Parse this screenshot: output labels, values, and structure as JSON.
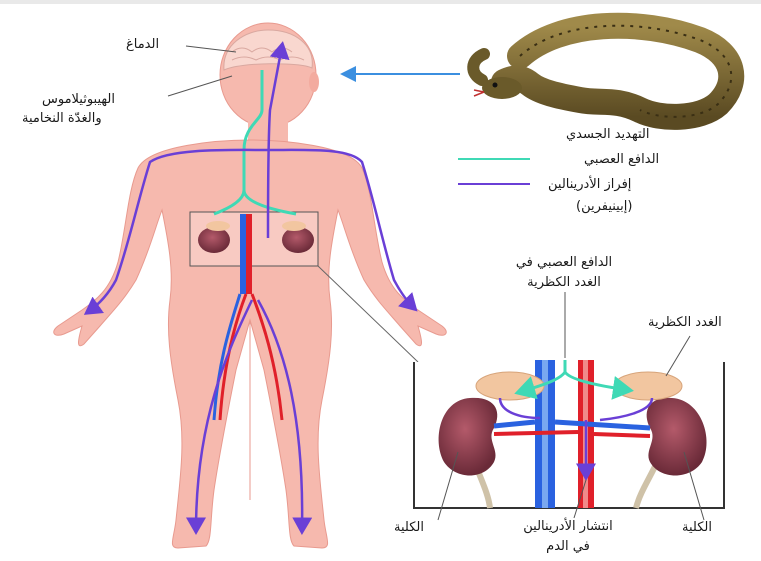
{
  "labels": {
    "brain": "الدماغ",
    "hypothalamus_line1": "الهيبوثيلاموس",
    "hypothalamus_line2": "والغدّة النخامية",
    "threat": "التهديد الجسدي",
    "nerve_impulse": "الدافع العصبي",
    "adrenaline_line1": "إفراز الأدرينالين",
    "adrenaline_line2": "(إبينيفرين)",
    "nerve_to_adrenal_line1": "الدافع العصبي في",
    "nerve_to_adrenal_line2": "الغدد الكظرية",
    "adrenal_glands": "الغدد الكظرية",
    "kidney_left": "الكلية",
    "kidney_right": "الكلية",
    "spread_line1": "انتشار الأدرينالين",
    "spread_line2": "في الدم"
  },
  "colors": {
    "skin": "#f6b9ae",
    "skin_edge": "#e89a8f",
    "nerve": "#3fd9b5",
    "adrenaline": "#6a3fd6",
    "threat_arrow": "#3b8fe0",
    "artery": "#e0202a",
    "vein": "#2a62e0",
    "kidney": "#8a3a4a",
    "snake": "#7a6a3a"
  },
  "icons": {
    "snake": "snake-icon"
  }
}
